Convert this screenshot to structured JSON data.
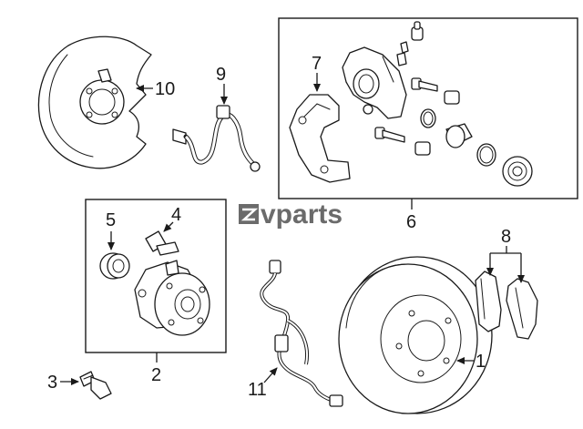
{
  "watermark": {
    "text": "vparts",
    "logo_mark": "Z"
  },
  "callouts": {
    "c1": "1",
    "c2": "2",
    "c3": "3",
    "c4": "4",
    "c5": "5",
    "c6": "6",
    "c7": "7",
    "c8": "8",
    "c9": "9",
    "c10": "10",
    "c11": "11"
  },
  "colors": {
    "line": "#1a1a1a",
    "watermark": "#6b6b6b",
    "background": "#ffffff"
  }
}
